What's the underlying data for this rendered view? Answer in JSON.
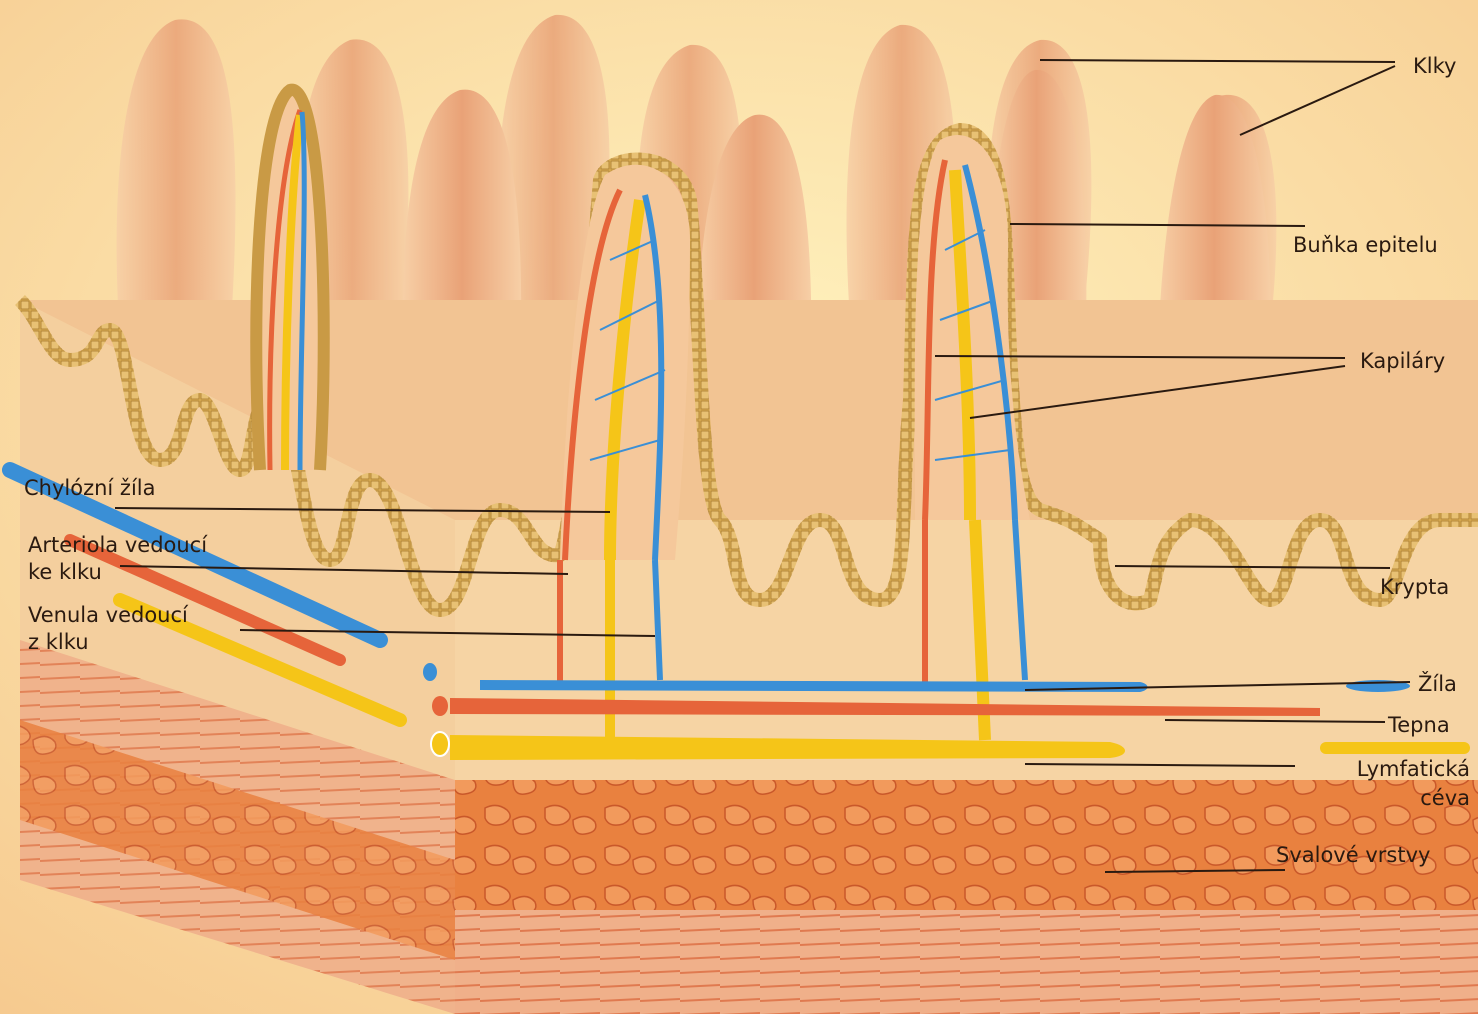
{
  "colors": {
    "background": "#fbe6a8",
    "villus": "#f0b585",
    "epithelium": "#d4a24a",
    "vein": "#3a8fd6",
    "artery": "#e6643a",
    "lymph": "#f5c518",
    "muscle": "#e8743a"
  },
  "labels": {
    "klky": "Klky",
    "bunka_epitelu": "Buňka epitelu",
    "kapilary": "Kapiláry",
    "krypta": "Krypta",
    "zila": "Žíla",
    "tepna": "Tepna",
    "lymfaticka_1": "Lymfatická",
    "lymfaticka_2": "céva",
    "svalove_vrstvy": "Svalové vrstvy",
    "chylozni_zila": "Chylózní žíla",
    "arteriola_1": "Arteriola vedoucí",
    "arteriola_2": "ke klku",
    "venula_1": "Venula vedoucí",
    "venula_2": "z klku"
  }
}
